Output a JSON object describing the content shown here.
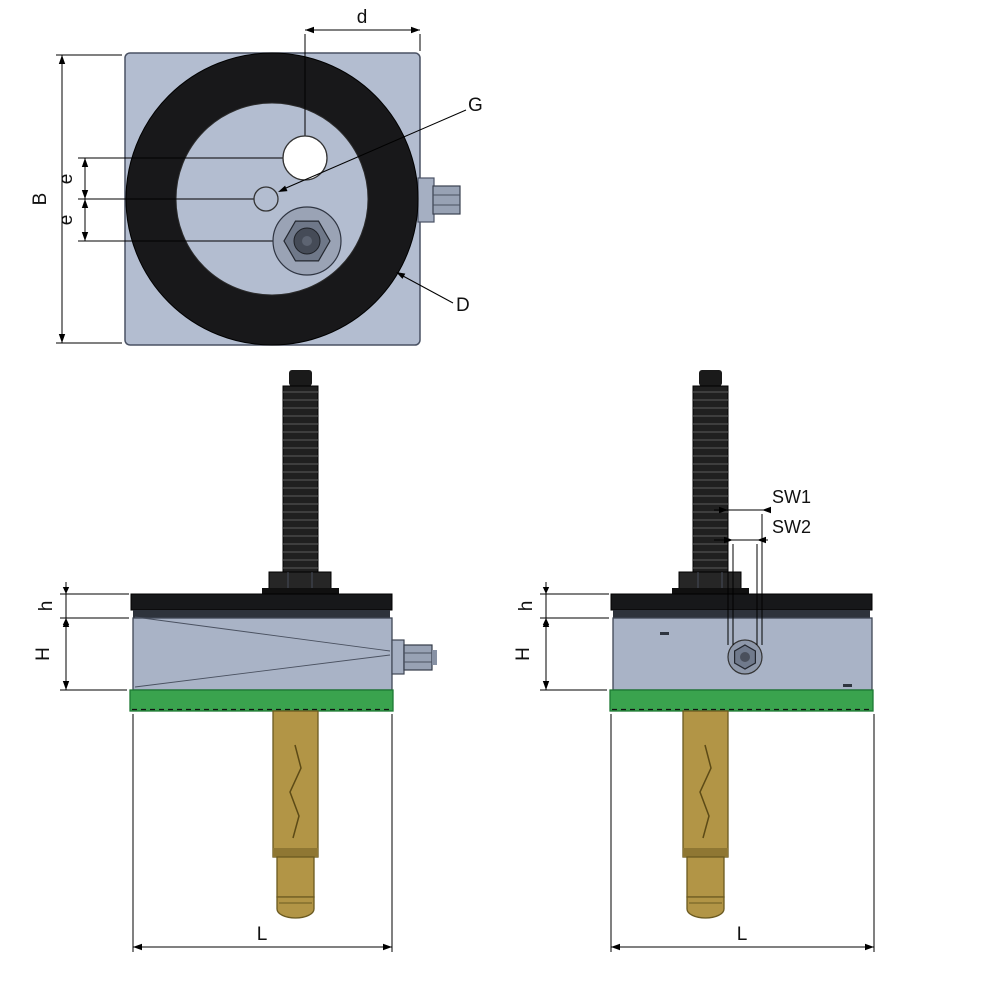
{
  "drawing_type": "technical-drawing-anchor-mount",
  "views": {
    "top": {
      "dims": {
        "d": "d",
        "B": "B",
        "e_upper": "e",
        "e_lower": "e"
      },
      "labels": {
        "G": "G",
        "D": "D"
      }
    },
    "front": {
      "dims": {
        "h": "h",
        "H": "H",
        "L": "L"
      }
    },
    "side": {
      "dims": {
        "SW1": "SW1",
        "SW2": "SW2",
        "h": "h",
        "H": "H",
        "L": "L"
      }
    }
  },
  "colors": {
    "background": "#ffffff",
    "plate": "#b3bdd0",
    "ring_rubber": "#18181a",
    "body": "#a9b3c6",
    "pad_green": "#3aa34e",
    "anchor_brass": "#b29546",
    "stud_black": "#202020",
    "hardware_gray": "#98a2b4",
    "dimension_line": "#000000"
  }
}
